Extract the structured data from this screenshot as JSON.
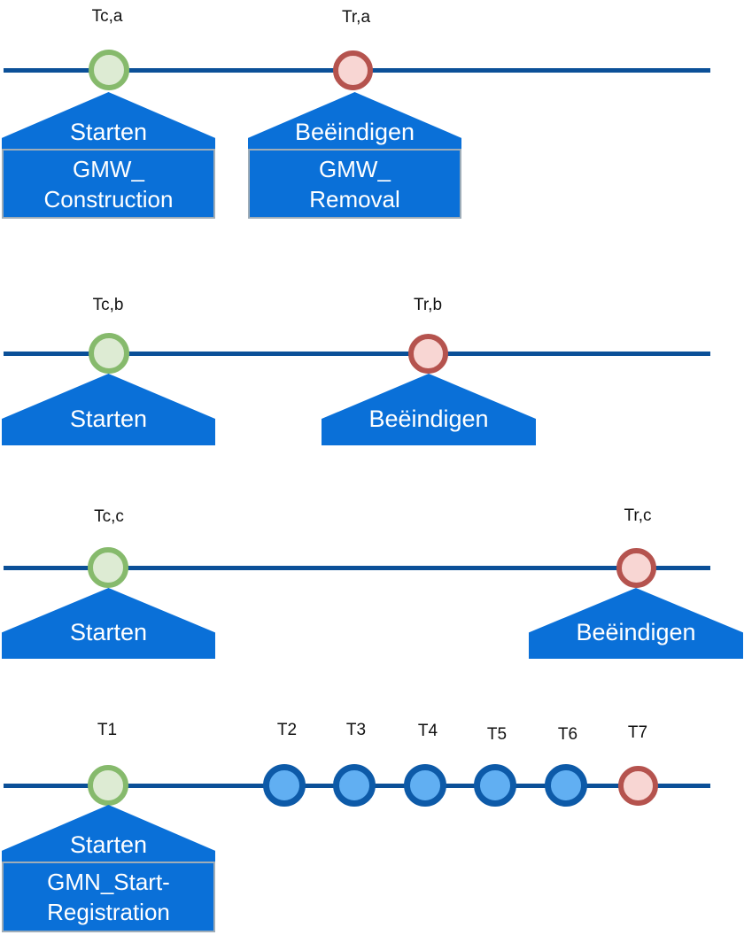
{
  "colors": {
    "timeline": "#0b5098",
    "shape_blue": "#0a70d8",
    "box_border": "#9fadb8",
    "start_border": "#86ba6c",
    "start_fill": "#ddebd3",
    "end_border": "#b5534e",
    "end_fill": "#f8d6d3",
    "mid_border": "#0d5aa8",
    "mid_fill": "#61aff2"
  },
  "timelines": [
    {
      "name": "timeline-a",
      "events": [
        {
          "time_label": "Tc,a",
          "marker": "start",
          "action_label": "Starten",
          "box_line1": "GMW_",
          "box_line2": "Construction"
        },
        {
          "time_label": "Tr,a",
          "marker": "end",
          "action_label": "Beëindigen",
          "box_line1": "GMW_",
          "box_line2": "Removal"
        }
      ]
    },
    {
      "name": "timeline-b",
      "events": [
        {
          "time_label": "Tc,b",
          "marker": "start",
          "action_label": "Starten"
        },
        {
          "time_label": "Tr,b",
          "marker": "end",
          "action_label": "Beëindigen"
        }
      ]
    },
    {
      "name": "timeline-c",
      "events": [
        {
          "time_label": "Tc,c",
          "marker": "start",
          "action_label": "Starten"
        },
        {
          "time_label": "Tr,c",
          "marker": "end",
          "action_label": "Beëindigen"
        }
      ]
    },
    {
      "name": "timeline-d",
      "events": [
        {
          "time_label": "T1",
          "marker": "start",
          "action_label": "Starten",
          "box_line1": "GMN_Start-",
          "box_line2": "Registration"
        },
        {
          "time_label": "T2",
          "marker": "mid"
        },
        {
          "time_label": "T3",
          "marker": "mid"
        },
        {
          "time_label": "T4",
          "marker": "mid"
        },
        {
          "time_label": "T5",
          "marker": "mid"
        },
        {
          "time_label": "T6",
          "marker": "mid"
        },
        {
          "time_label": "T7",
          "marker": "end"
        }
      ]
    }
  ]
}
